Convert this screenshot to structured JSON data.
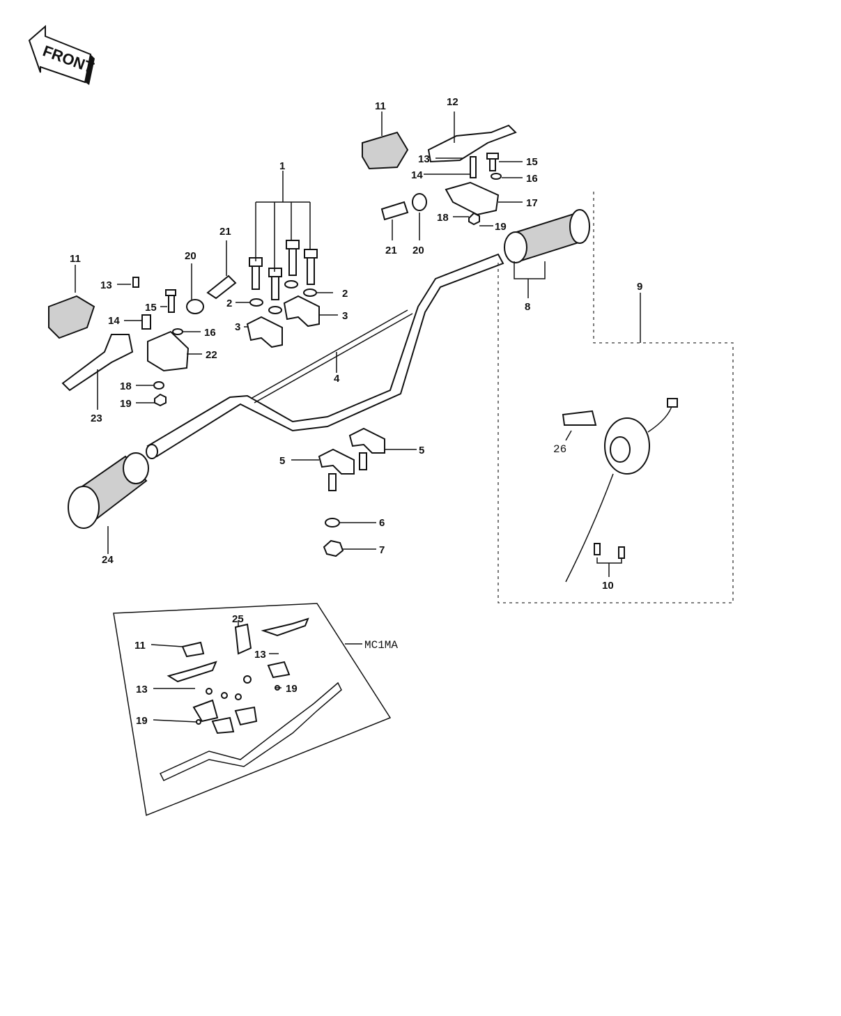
{
  "front_badge": {
    "text": "FRONT"
  },
  "variant_label": "MC1MA",
  "callouts": {
    "c1": "1",
    "c2a": "2",
    "c2b": "2",
    "c3a": "3",
    "c3b": "3",
    "c4": "4",
    "c5a": "5",
    "c5b": "5",
    "c6": "6",
    "c7": "7",
    "c8": "8",
    "c9": "9",
    "c10": "10",
    "c11a": "11",
    "c11b": "11",
    "c12": "12",
    "c13a": "13",
    "c13b": "13",
    "c14a": "14",
    "c14b": "14",
    "c15a": "15",
    "c15b": "15",
    "c16a": "16",
    "c16b": "16",
    "c17": "17",
    "c18a": "18",
    "c18b": "18",
    "c19a": "19",
    "c19b": "19",
    "c20a": "20",
    "c20b": "20",
    "c21a": "21",
    "c21b": "21",
    "c22": "22",
    "c23": "23",
    "c24": "24",
    "c26": "26",
    "i11": "11",
    "i13a": "13",
    "i13b": "13",
    "i19a": "19",
    "i19b": "19",
    "i25": "25"
  }
}
